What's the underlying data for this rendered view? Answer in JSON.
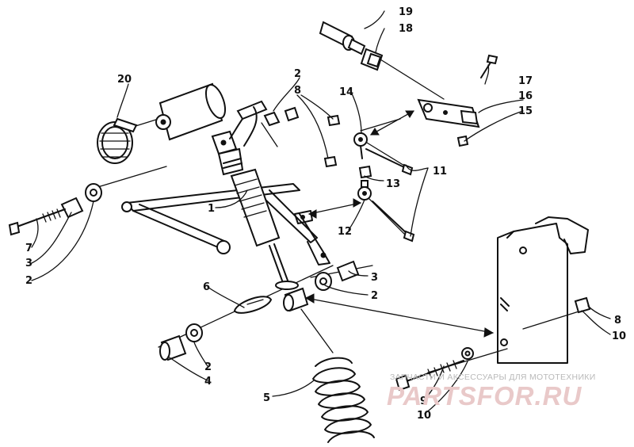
{
  "diagram": {
    "callouts": {
      "c1": "1",
      "c2a": "2",
      "c2b": "2",
      "c2c": "2",
      "c2d": "2",
      "c3a": "3",
      "c3b": "3",
      "c4": "4",
      "c5": "5",
      "c6": "6",
      "c7": "7",
      "c8a": "8",
      "c8b": "8",
      "c9": "9",
      "c10a": "10",
      "c10b": "10",
      "c11": "11",
      "c12": "12",
      "c13": "13",
      "c14": "14",
      "c15": "15",
      "c16": "16",
      "c17": "17",
      "c18": "18",
      "c19": "19",
      "c20": "20"
    }
  },
  "watermark": {
    "tagline": "ЗАПЧАСТИ И АКСЕССУАРЫ ДЛЯ МОТОТЕХНИКИ",
    "logo": "PARTSFOR.RU"
  }
}
